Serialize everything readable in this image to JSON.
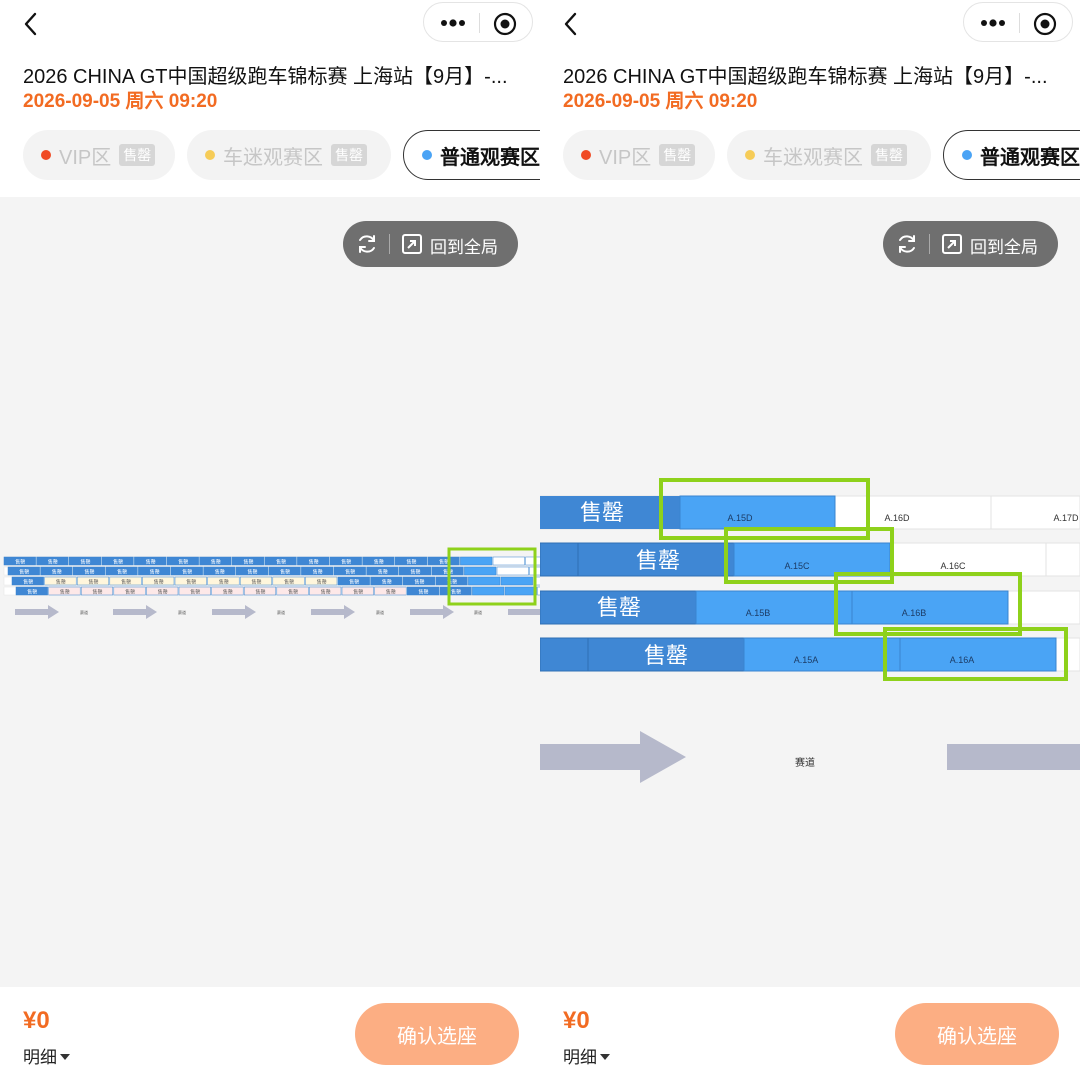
{
  "header": {
    "title": "2026 CHINA GT中国超级跑车锦标赛 上海站【9月】-...",
    "datetime": "2026-09-05 周六 09:20",
    "back_icon": "chevron-left-icon",
    "more_icon": "more-dots-icon",
    "target_icon": "target-circle-icon"
  },
  "tabs": [
    {
      "name": "VIP区",
      "badge": "售罄",
      "dot_color": "#f04a24"
    },
    {
      "name": "车迷观赛区",
      "badge": "售罄",
      "dot_color": "#f6cc58"
    },
    {
      "name": "普通观赛区",
      "badge": "",
      "dot_color": "#4aa3f5",
      "selected": true
    }
  ],
  "map": {
    "reset_label": "回到全局",
    "sold_label": "售罄",
    "track_label": "赛道",
    "seat_color": "#4aa4f5",
    "sold_color": "#3f87d4",
    "highlight_color": "#8ed11b",
    "arrow_color": "#b6b9cb",
    "zoomed_rows": [
      {
        "row": "D",
        "blocks": [
          "售罄",
          "A.15D",
          "A.16D",
          "A.17D"
        ]
      },
      {
        "row": "C",
        "blocks": [
          "售罄",
          "A.15C",
          "A.16C"
        ]
      },
      {
        "row": "B",
        "blocks": [
          "售罄",
          "A.15B",
          "A.16B"
        ]
      },
      {
        "row": "A",
        "blocks": [
          "售罄",
          "A.15A",
          "A.16A"
        ]
      }
    ],
    "highlighted_seats": [
      "A.15D",
      "A.15C",
      "A.16B",
      "A.16A"
    ]
  },
  "footer": {
    "price": "¥0",
    "detail_label": "明细",
    "confirm_label": "确认选座"
  }
}
